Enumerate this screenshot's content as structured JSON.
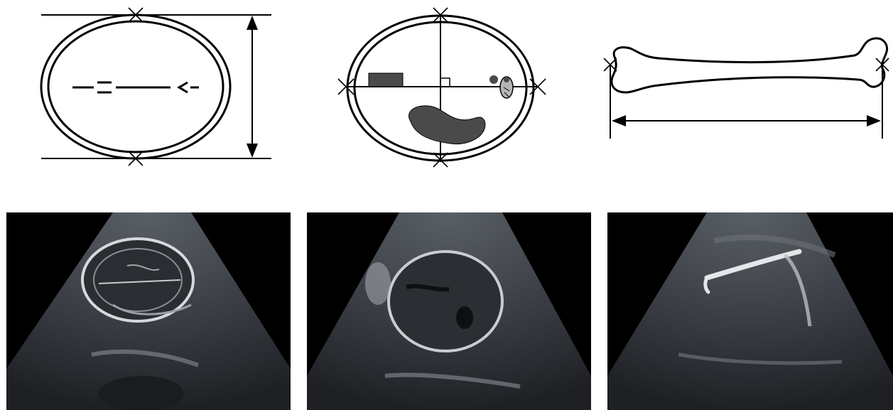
{
  "figure": {
    "background": "#ffffff",
    "line_color": "#000000",
    "structure_fill": "#4a4a4a",
    "ultrasound_background": "#000000"
  },
  "diagrams": [
    {
      "id": "head-biparietal",
      "icon": "head-cross-section-icon"
    },
    {
      "id": "abdomen-circumference",
      "icon": "abdomen-cross-section-icon"
    },
    {
      "id": "femur-length",
      "icon": "femur-bone-icon"
    }
  ],
  "ultrasounds": [
    {
      "id": "fetal-head-scan"
    },
    {
      "id": "fetal-abdomen-scan"
    },
    {
      "id": "fetal-femur-scan"
    }
  ]
}
